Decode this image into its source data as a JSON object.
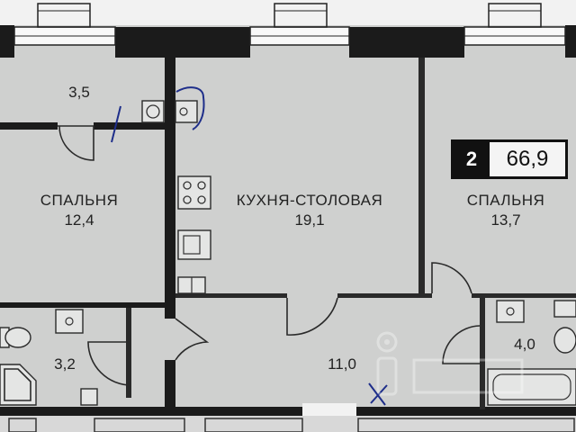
{
  "plan": {
    "rooms": [
      {
        "id": "storage",
        "name": "",
        "area": "3,5"
      },
      {
        "id": "bedroom-left",
        "name": "СПАЛЬНЯ",
        "area": "12,4"
      },
      {
        "id": "kitchen",
        "name": "КУХНЯ-СТОЛОВАЯ",
        "area": "19,1"
      },
      {
        "id": "bedroom-right",
        "name": "СПАЛЬНЯ",
        "area": "13,7"
      },
      {
        "id": "bathroom-left",
        "name": "",
        "area": "3,2"
      },
      {
        "id": "hall",
        "name": "",
        "area": "11,0"
      },
      {
        "id": "bathroom-right",
        "name": "",
        "area": "4,0"
      }
    ],
    "badge": {
      "rooms": "2",
      "total_area": "66,9"
    },
    "colors": {
      "background": "#cfd0cf",
      "wall": "#1b1b1b",
      "pen_mark": "#1e2e8a"
    }
  }
}
